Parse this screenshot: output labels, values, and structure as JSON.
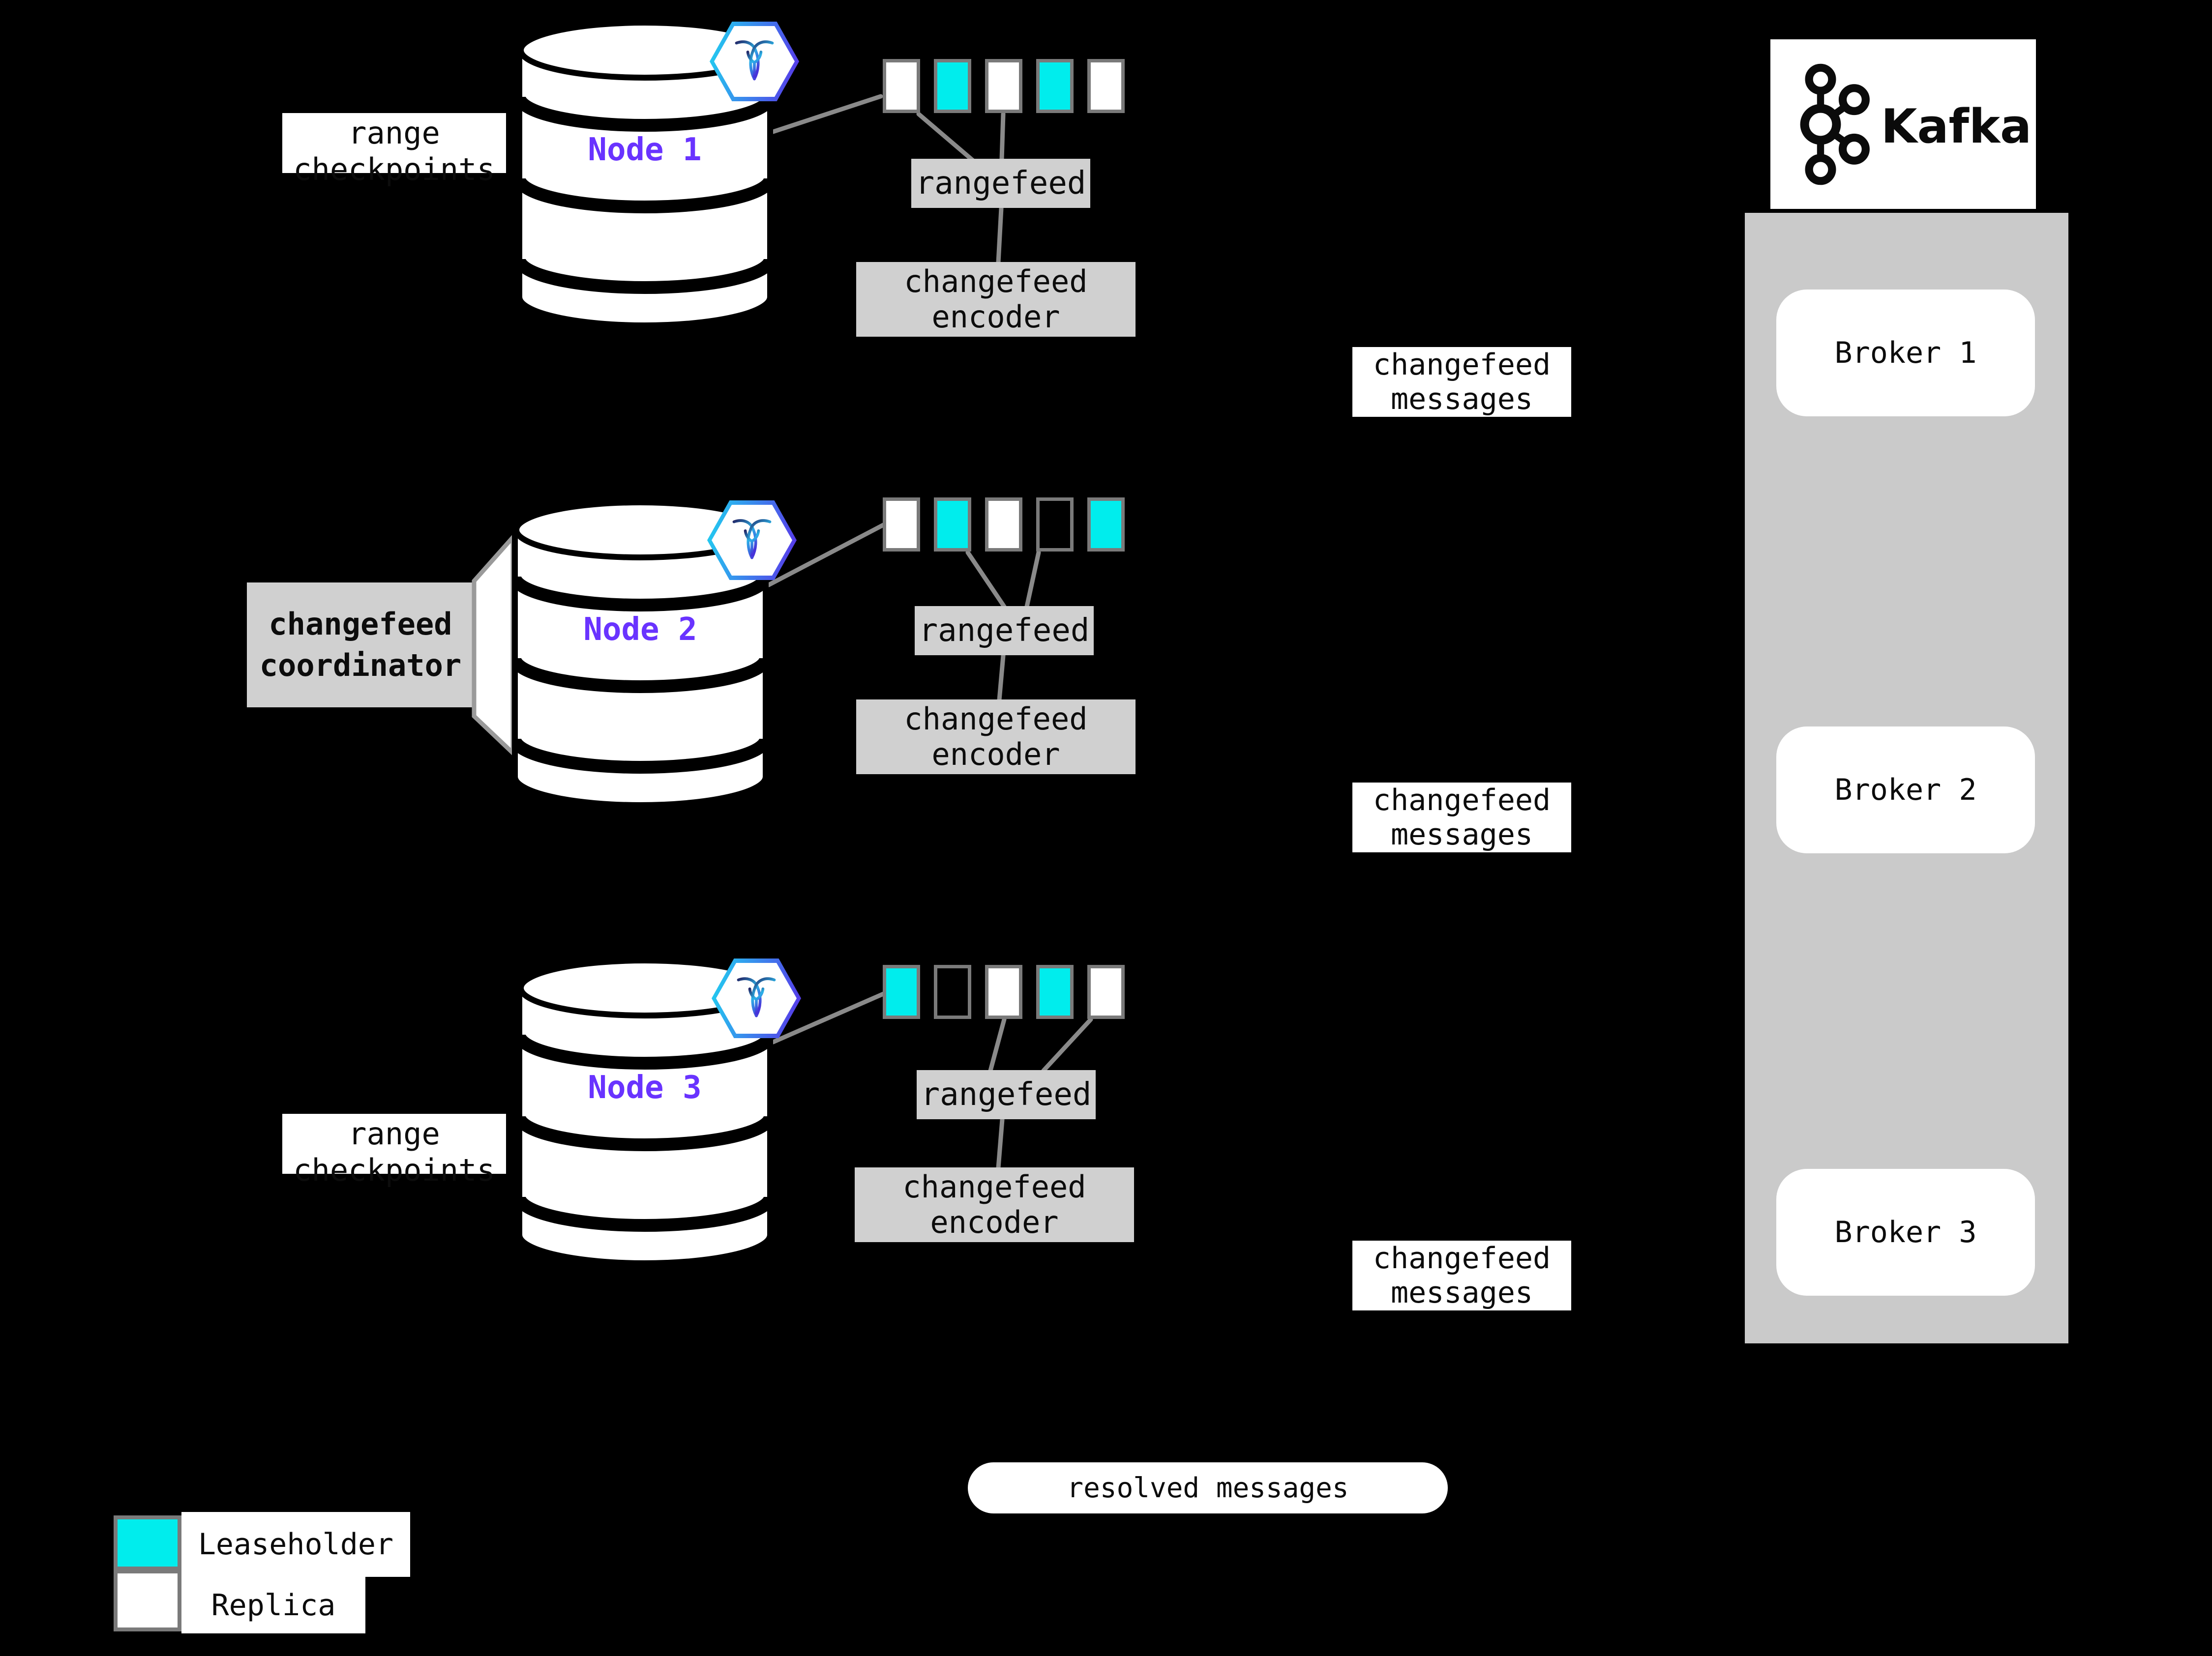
{
  "colors": {
    "background": "#000000",
    "leaseholder": "#00EDED",
    "replica": "#FFFFFF",
    "empty": "transparent",
    "box_gray": "#D0D0D0",
    "container_gray": "#CACACA",
    "line_gray": "#8A8A8A",
    "range_border": "#7A7A7A",
    "node_label_purple": "#6933FF"
  },
  "nodes": [
    {
      "name": "Node 1",
      "annotation_lines": [
        "range",
        "checkpoints"
      ],
      "rangefeed_label": "rangefeed",
      "encoder_lines": [
        "changefeed",
        "encoder"
      ],
      "message_lines": [
        "changefeed",
        "messages"
      ],
      "ranges": [
        "replica",
        "leaseholder",
        "replica",
        "leaseholder",
        "replica"
      ]
    },
    {
      "name": "Node 2",
      "annotation_lines": [
        "changefeed",
        "coordinator"
      ],
      "rangefeed_label": "rangefeed",
      "encoder_lines": [
        "changefeed",
        "encoder"
      ],
      "message_lines": [
        "changefeed",
        "messages"
      ],
      "ranges": [
        "replica",
        "leaseholder",
        "replica",
        "empty",
        "leaseholder"
      ]
    },
    {
      "name": "Node 3",
      "annotation_lines": [
        "range",
        "checkpoints"
      ],
      "rangefeed_label": "rangefeed",
      "encoder_lines": [
        "changefeed",
        "encoder"
      ],
      "message_lines": [
        "changefeed",
        "messages"
      ],
      "ranges": [
        "leaseholder",
        "empty",
        "replica",
        "leaseholder",
        "replica"
      ]
    }
  ],
  "kafka": {
    "brand": "Kafka",
    "brokers": [
      {
        "label": "Broker 1"
      },
      {
        "label": "Broker 2"
      },
      {
        "label": "Broker 3"
      }
    ]
  },
  "pill": {
    "label": "resolved messages"
  },
  "legend": {
    "leaseholder_label": "Leaseholder",
    "replica_label": "Replica"
  }
}
